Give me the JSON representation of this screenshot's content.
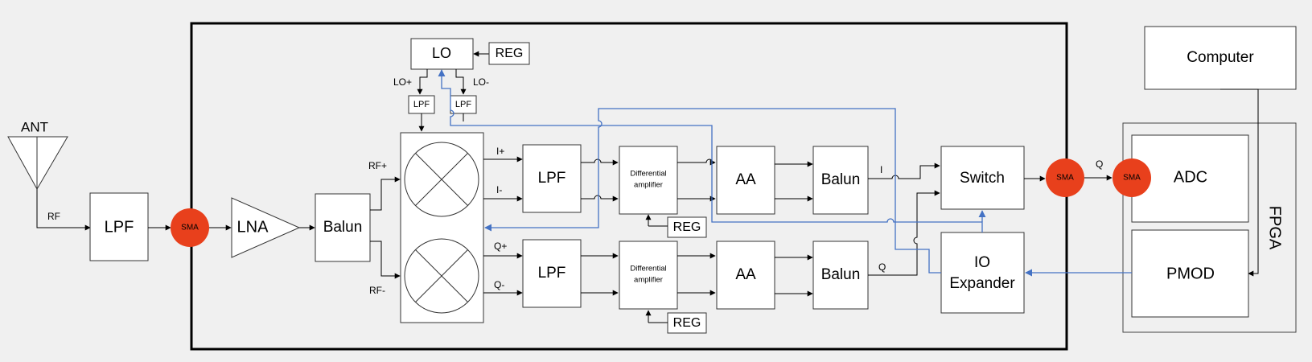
{
  "labels": {
    "ant": "ANT",
    "rf": "RF",
    "lpf": "LPF",
    "sma": "SMA",
    "lna": "LNA",
    "balun": "Balun",
    "lo": "LO",
    "reg": "REG",
    "lo_plus": "LO+",
    "lo_minus": "LO-",
    "rf_plus": "RF+",
    "rf_minus": "RF-",
    "i_plus": "I+",
    "i_minus": "I-",
    "q_plus": "Q+",
    "q_minus": "Q-",
    "diff_amp_line1": "Differential",
    "diff_amp_line2": "amplifier",
    "aa": "AA",
    "i": "I",
    "q": "Q",
    "switch": "Switch",
    "io_line1": "IO",
    "io_line2": "Expander",
    "computer": "Computer",
    "adc": "ADC",
    "pmod": "PMOD",
    "fpga": "FPGA"
  },
  "colors": {
    "background": "#f0f0f0",
    "sma_connector": "#e8401c",
    "control_wire": "#4472c4",
    "signal_wire": "#000000"
  }
}
